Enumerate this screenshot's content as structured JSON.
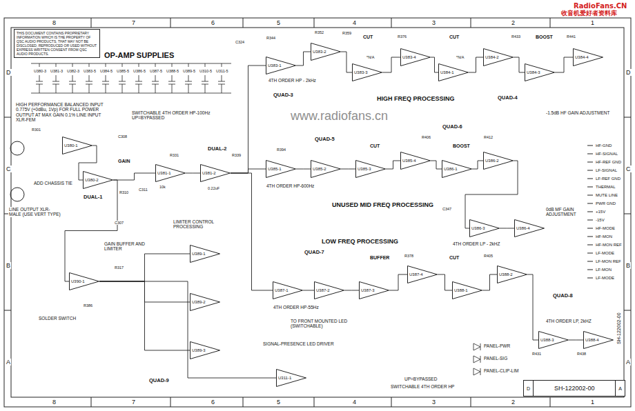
{
  "diagram": {
    "nodes": [
      {
        "text": [
          "THIS DOCUMENT CONTAINS PROPRIETARY INFORMATION WHICH IS THE PROPERTY OF QSC AUDIO PRODUCTS, THAT MAY NOT BE DISCLOSED, REPRODUCED OR USED WITHOUT EXPRESS WRITTEN CONSENT FROM QSC AUDIO PRODUCTS."
        ]
      },
      {
        "text": [
          "U380-1"
        ]
      },
      {
        "text": [
          "U380-2"
        ]
      },
      {
        "text": [
          "U381-1"
        ]
      },
      {
        "text": [
          "U381-2"
        ]
      },
      {
        "text": [
          "U383-1"
        ]
      },
      {
        "text": [
          "U383-2"
        ]
      },
      {
        "text": [
          "U383-3"
        ]
      },
      {
        "text": [
          "U383-4"
        ]
      },
      {
        "text": [
          "U384-1"
        ]
      },
      {
        "text": [
          "U384-2"
        ]
      },
      {
        "text": [
          "U384-3"
        ]
      },
      {
        "text": [
          "U384-4"
        ]
      },
      {
        "text": [
          "U385-1"
        ]
      },
      {
        "text": [
          "U385-2"
        ]
      },
      {
        "text": [
          "U385-3"
        ]
      },
      {
        "text": [
          "U385-4"
        ]
      },
      {
        "text": [
          "U386-1"
        ]
      },
      {
        "text": [
          "U386-2"
        ]
      },
      {
        "text": [
          "U386-3"
        ]
      },
      {
        "text": [
          "U386-4"
        ]
      },
      {
        "text": [
          "U387-1"
        ]
      },
      {
        "text": [
          "U387-2"
        ]
      },
      {
        "text": [
          "U387-3"
        ]
      },
      {
        "text": [
          "U387-4"
        ]
      },
      {
        "text": [
          "U388-1"
        ]
      },
      {
        "text": [
          "U388-2"
        ]
      },
      {
        "text": [
          "U388-3"
        ]
      },
      {
        "text": [
          "U388-4"
        ]
      },
      {
        "text": [
          "U389-1"
        ]
      },
      {
        "text": [
          "U389-2"
        ]
      },
      {
        "text": [
          "U389-3"
        ]
      },
      {
        "text": [
          "U390-1"
        ]
      },
      {
        "text": [
          "U311-1"
        ]
      },
      {
        "text": [
          "D",
          "SH-122002-00",
          "A"
        ]
      }
    ],
    "edges": [
      {
        "from": 1,
        "to": 2,
        "arrow": "none"
      },
      {
        "from": 2,
        "to": 3,
        "arrow": "none"
      },
      {
        "from": 3,
        "to": 4,
        "arrow": "none"
      },
      {
        "from": 4,
        "to": 5,
        "arrow": "none"
      },
      {
        "from": 4,
        "to": 13,
        "arrow": "none"
      },
      {
        "from": 4,
        "to": 21,
        "arrow": "none"
      },
      {
        "from": 5,
        "to": 6,
        "arrow": "none"
      },
      {
        "from": 6,
        "to": 7,
        "arrow": "none"
      },
      {
        "from": 7,
        "to": 8,
        "arrow": "none"
      },
      {
        "from": 8,
        "to": 9,
        "arrow": "none"
      },
      {
        "from": 9,
        "to": 10,
        "arrow": "none"
      },
      {
        "from": 10,
        "to": 11,
        "arrow": "none"
      },
      {
        "from": 11,
        "to": 12,
        "arrow": "none"
      },
      {
        "from": 13,
        "to": 14,
        "arrow": "none"
      },
      {
        "from": 14,
        "to": 15,
        "arrow": "none"
      },
      {
        "from": 15,
        "to": 16,
        "arrow": "none"
      },
      {
        "from": 16,
        "to": 17,
        "arrow": "none"
      },
      {
        "from": 17,
        "to": 18,
        "arrow": "none"
      },
      {
        "from": 18,
        "to": 19,
        "arrow": "none"
      },
      {
        "from": 19,
        "to": 20,
        "arrow": "none"
      },
      {
        "from": 21,
        "to": 22,
        "arrow": "none"
      },
      {
        "from": 22,
        "to": 23,
        "arrow": "none"
      },
      {
        "from": 23,
        "to": 24,
        "arrow": "none"
      },
      {
        "from": 24,
        "to": 25,
        "arrow": "none"
      },
      {
        "from": 25,
        "to": 26,
        "arrow": "none"
      },
      {
        "from": 26,
        "to": 27,
        "arrow": "none"
      },
      {
        "from": 27,
        "to": 28,
        "arrow": "none"
      },
      {
        "from": 2,
        "to": 32,
        "arrow": "none"
      },
      {
        "from": 32,
        "to": 29,
        "arrow": "none"
      },
      {
        "from": 32,
        "to": 30,
        "arrow": "none"
      },
      {
        "from": 32,
        "to": 31,
        "arrow": "none"
      },
      {
        "from": 32,
        "to": 33,
        "arrow": "none"
      }
    ],
    "labels": [
      "8",
      "7",
      "6",
      "5",
      "4",
      "3",
      "2",
      "1",
      "8",
      "7",
      "6",
      "5",
      "4",
      "3",
      "2",
      "1",
      "D",
      "C",
      "B",
      "A",
      "D",
      "C",
      "B",
      "A",
      "RadioFans.CN",
      "收音机爱好者资料库",
      "www.radiofans.cn",
      "OP-AMP SUPPLIES",
      "HIGH PERFORMANCE BALANCED INPUT 0.775V (+0dBu, 1Vp) FOR FULL POWER OUTPUT AT MAX GAIN 0.1% LINE INPUT XLR-FEM",
      "ADD CHASSIS TIE",
      "DUAL-1",
      "GAIN",
      "LINE OUTPUT XLR-MALE (USE VERT TYPE)",
      "SWITCHABLE 4TH ORDER HP-100Hz UP=BYPASSED",
      "DUAL-2",
      "4TH ORDER HP - 2kHz",
      "QUAD-3",
      "HIGH FREQ PROCESSING",
      "QUAD-4",
      "CUT",
      "CUT",
      "BOOST",
      "-1.5dB HF GAIN ADJUSTMENT",
      "QUAD-6",
      "QUAD-5",
      "CUT",
      "BOOST",
      "4TH ORDER HP-600Hz",
      "UNUSED MID FREQ PROCESSING",
      "0dB MF GAIN ADJUSTMENT",
      "4TH ORDER LP - 2kHZ",
      "LOW FREQ PROCESSING",
      "QUAD-7",
      "4TH ORDER HP-55Hz",
      "BUFFER",
      "CUT",
      "QUAD-8",
      "4TH ORDER LP, 2kHZ",
      "LIMITER CONTROL PROCESSING",
      "GAIN BUFFER AND LIMITER",
      "QUAD-9",
      "SOLDER SWITCH",
      "TO FRONT MOUNTED LED (SWITCHABLE)",
      "SIGNAL-PRESENCE LED DRIVER",
      "UP=BYPASSED",
      "SWITCHABLE 4TH ORDER HP",
      "PANEL-PWR",
      "PANEL-SIG",
      "PANEL-CLIP-LIM",
      "HF-GND",
      "HF-SIGNAL",
      "HF-REF GND",
      "LF-SIGNAL",
      "LF-REF GND",
      "THERMAL",
      "MUTE LINE",
      "PWR GND",
      "+15V",
      "-15V",
      "HF-MODE",
      "HF-MON",
      "HF-MON REF",
      "LF-MODE",
      "LF-MON REF",
      "LF-MON",
      "LF-MODE",
      "U380-3",
      "U381-3",
      "U382-3",
      "U383-5",
      "U384-5",
      "U385-5",
      "U386-5",
      "U387-5",
      "U388-5",
      "U389-5",
      "U310-5",
      "U311-5",
      "R344",
      "R352",
      "C324",
      "R359",
      "R376",
      "R433",
      "R441",
      "R301",
      "R310",
      "C311",
      "R331",
      "R339",
      "R394",
      "R406",
      "R412",
      "C347",
      "R378",
      "R405",
      "R431",
      "R438",
      "C308",
      "R386",
      "R317",
      "C307",
      "*N/A",
      "*N/A",
      "0.22uF",
      "10k",
      "SH-122002-00"
    ]
  }
}
